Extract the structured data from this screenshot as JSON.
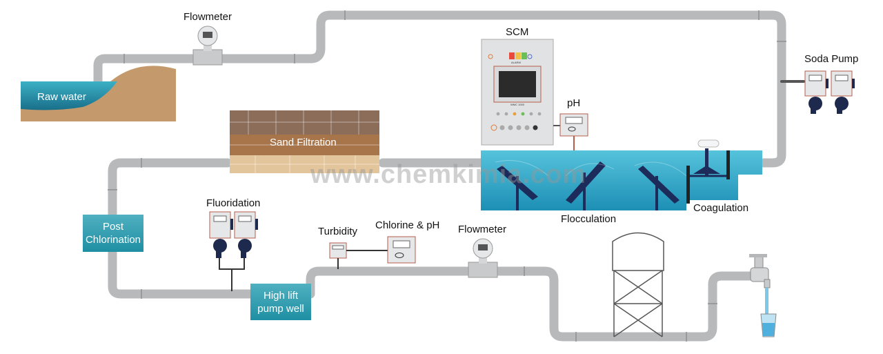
{
  "labels": {
    "flowmeter_top": "Flowmeter",
    "raw_water": "Raw water",
    "scm": "SCM",
    "ph": "pH",
    "soda_pump": "Soda Pump",
    "sand_filtration": "Sand Filtration",
    "coagulation": "Coagulation",
    "flocculation": "Flocculation",
    "fluoridation": "Fluoridation",
    "post_chlorination": [
      "Post",
      "Chlorination"
    ],
    "turbidity": "Turbidity",
    "chlorine_ph": "Chlorine & pH",
    "flowmeter_bottom": "Flowmeter",
    "high_lift": [
      "High lift",
      "pump well"
    ]
  },
  "panel": {
    "alarm": "ALARM",
    "model": "WMC 1000"
  },
  "watermark": "www.chemkimia.com",
  "colors": {
    "pipe": "#bcbec0",
    "tank_water": "#3fb3d0",
    "teal_label": "#2796a8",
    "sand": "#c49a6c",
    "pump_navy": "#1d2a4d"
  }
}
